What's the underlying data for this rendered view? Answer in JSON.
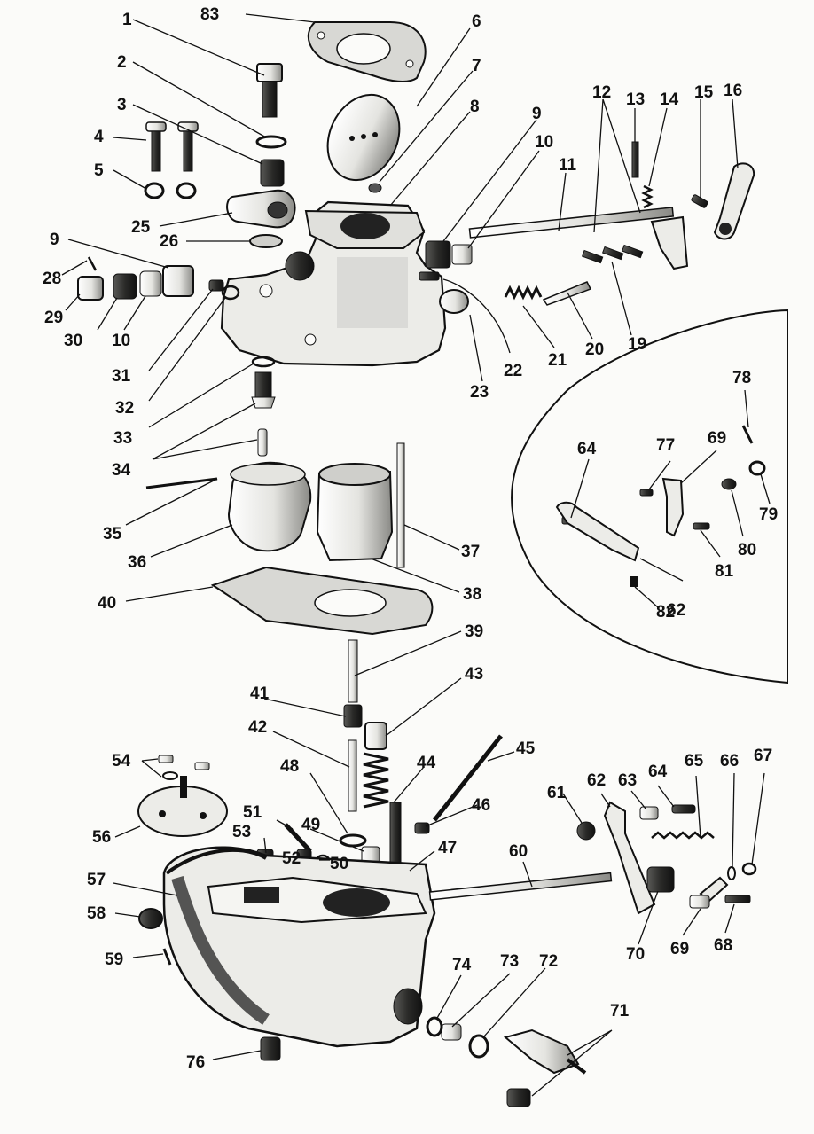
{
  "labels": [
    {
      "id": "1",
      "text": "1"
    },
    {
      "id": "2",
      "text": "2"
    },
    {
      "id": "3",
      "text": "3"
    },
    {
      "id": "4",
      "text": "4"
    },
    {
      "id": "5",
      "text": "5"
    },
    {
      "id": "6",
      "text": "6"
    },
    {
      "id": "7",
      "text": "7"
    },
    {
      "id": "8",
      "text": "8"
    },
    {
      "id": "9a",
      "text": "9"
    },
    {
      "id": "9b",
      "text": "9"
    },
    {
      "id": "10a",
      "text": "10"
    },
    {
      "id": "10b",
      "text": "10"
    },
    {
      "id": "11",
      "text": "11"
    },
    {
      "id": "12",
      "text": "12"
    },
    {
      "id": "13",
      "text": "13"
    },
    {
      "id": "14",
      "text": "14"
    },
    {
      "id": "15",
      "text": "15"
    },
    {
      "id": "16",
      "text": "16"
    },
    {
      "id": "19",
      "text": "19"
    },
    {
      "id": "20",
      "text": "20"
    },
    {
      "id": "21",
      "text": "21"
    },
    {
      "id": "22",
      "text": "22"
    },
    {
      "id": "23",
      "text": "23"
    },
    {
      "id": "25",
      "text": "25"
    },
    {
      "id": "26",
      "text": "26"
    },
    {
      "id": "28",
      "text": "28"
    },
    {
      "id": "29",
      "text": "29"
    },
    {
      "id": "30",
      "text": "30"
    },
    {
      "id": "31",
      "text": "31"
    },
    {
      "id": "32",
      "text": "32"
    },
    {
      "id": "33",
      "text": "33"
    },
    {
      "id": "34",
      "text": "34"
    },
    {
      "id": "35",
      "text": "35"
    },
    {
      "id": "36",
      "text": "36"
    },
    {
      "id": "37",
      "text": "37"
    },
    {
      "id": "38",
      "text": "38"
    },
    {
      "id": "39",
      "text": "39"
    },
    {
      "id": "40",
      "text": "40"
    },
    {
      "id": "41",
      "text": "41"
    },
    {
      "id": "42",
      "text": "42"
    },
    {
      "id": "43",
      "text": "43"
    },
    {
      "id": "44",
      "text": "44"
    },
    {
      "id": "45",
      "text": "45"
    },
    {
      "id": "46",
      "text": "46"
    },
    {
      "id": "47",
      "text": "47"
    },
    {
      "id": "48",
      "text": "48"
    },
    {
      "id": "49",
      "text": "49"
    },
    {
      "id": "50",
      "text": "50"
    },
    {
      "id": "51",
      "text": "51"
    },
    {
      "id": "52",
      "text": "52"
    },
    {
      "id": "53",
      "text": "53"
    },
    {
      "id": "54",
      "text": "54"
    },
    {
      "id": "56",
      "text": "56"
    },
    {
      "id": "57",
      "text": "57"
    },
    {
      "id": "58",
      "text": "58"
    },
    {
      "id": "59",
      "text": "59"
    },
    {
      "id": "60",
      "text": "60"
    },
    {
      "id": "61",
      "text": "61"
    },
    {
      "id": "62a",
      "text": "62"
    },
    {
      "id": "62b",
      "text": "62"
    },
    {
      "id": "63",
      "text": "63"
    },
    {
      "id": "64a",
      "text": "64"
    },
    {
      "id": "64b",
      "text": "64"
    },
    {
      "id": "65",
      "text": "65"
    },
    {
      "id": "66",
      "text": "66"
    },
    {
      "id": "67",
      "text": "67"
    },
    {
      "id": "68",
      "text": "68"
    },
    {
      "id": "69a",
      "text": "69"
    },
    {
      "id": "69b",
      "text": "69"
    },
    {
      "id": "70",
      "text": "70"
    },
    {
      "id": "71",
      "text": "71"
    },
    {
      "id": "72",
      "text": "72"
    },
    {
      "id": "73",
      "text": "73"
    },
    {
      "id": "74",
      "text": "74"
    },
    {
      "id": "76",
      "text": "76"
    },
    {
      "id": "77",
      "text": "77"
    },
    {
      "id": "78",
      "text": "78"
    },
    {
      "id": "79",
      "text": "79"
    },
    {
      "id": "80",
      "text": "80"
    },
    {
      "id": "81",
      "text": "81"
    },
    {
      "id": "82",
      "text": "82"
    },
    {
      "id": "83",
      "text": "83"
    }
  ],
  "colors": {
    "ink": "#111111",
    "paper": "#fbfbf9",
    "metal": "#e9e9e6",
    "shade": "#9a9a96"
  }
}
